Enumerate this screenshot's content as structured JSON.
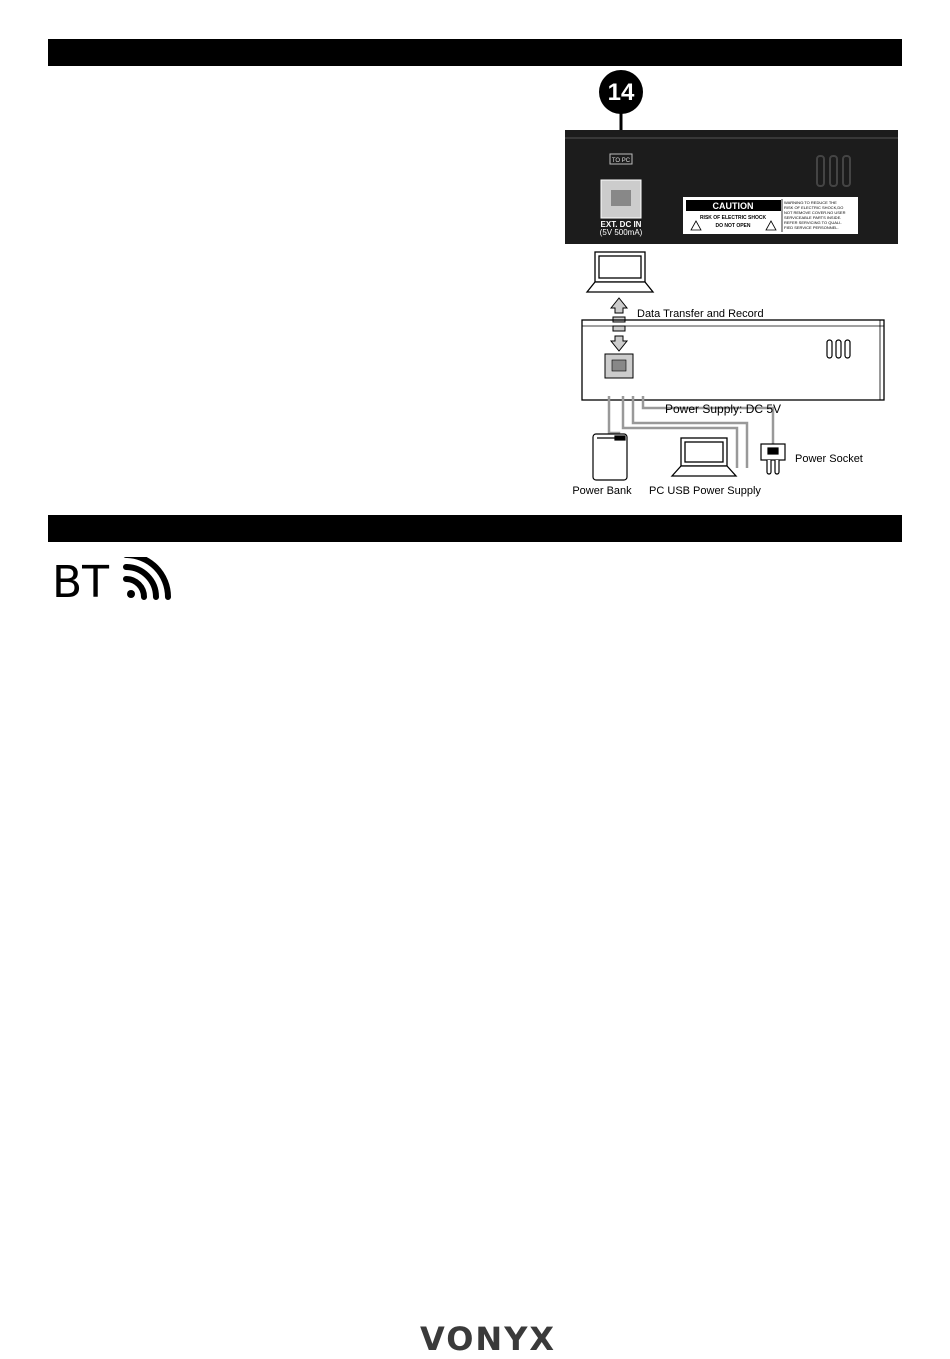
{
  "diagram": {
    "callout_number": "14",
    "port_top_label": "TO PC",
    "port_label_line1": "EXT. DC IN",
    "port_label_line2": "(5V 500mA)",
    "caution": {
      "title": "CAUTION",
      "risk_line1": "RISK OF ELECTRIC SHOCK",
      "risk_line2": "DO NOT OPEN",
      "warning_lines": [
        "WARNING:TO REDUCE THE",
        "RISK OF ELECTRIC SHOCK,DO",
        "NOT REMOVE COVER.NO USER",
        "SERVICEABLE PARTS INSIDE.",
        "REFER SERVICING TO QUALI-",
        "FIED SERVICE PERSONNEL."
      ]
    },
    "data_transfer_label": "Data Transfer and Record",
    "power_supply_label": "Power Supply: DC 5V",
    "power_socket_label": "Power Socket",
    "power_bank_label": "Power Bank",
    "pc_usb_label": "PC USB Power Supply"
  },
  "bt_icon": {
    "text": "BT",
    "icon": "bluetooth-signal-icon"
  },
  "footer": {
    "logo_text": "VONYX",
    "colors": {
      "main": "#3a3a3a",
      "accent": "#1a7fc4"
    }
  }
}
